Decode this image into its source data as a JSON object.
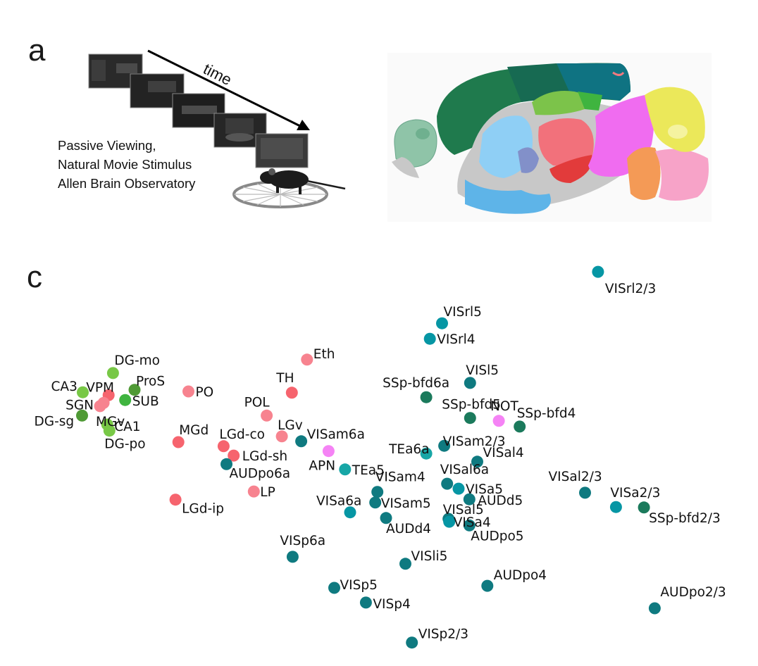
{
  "panels": {
    "a": {
      "letter": "a",
      "time_label": "time",
      "caption_lines": [
        "Passive Viewing,",
        "Natural Movie Stimulus",
        "Allen Brain Observatory"
      ],
      "movie_frames": 5,
      "icons": [
        "movie-frame",
        "time-arrow",
        "mouse-on-wheel"
      ]
    },
    "b": {
      "description": "sagittal mouse brain atlas",
      "region_colors": {
        "isocortex": "#1f7a4d",
        "isocortex_dark": "#176a52",
        "retrosplenial": "#0f7382",
        "olfactory": "#8fc4a8",
        "hippocampus": "#7cc34a",
        "striatum": "#8fcff5",
        "pallidum": "#8290c9",
        "thalamus": "#f2717b",
        "hypothalamus": "#e23b3b",
        "midbrain": "#f06cf0",
        "pons": "#f49a56",
        "medulla": "#f7a3c8",
        "cerebellum": "#ebe85a",
        "fiber": "#c8c8c8"
      }
    },
    "c": {
      "letter": "c"
    }
  },
  "chart_data": {
    "type": "scatter",
    "title": "",
    "xlabel": "",
    "ylabel": "",
    "axes_visible": false,
    "grid": false,
    "xlim": [
      0,
      100
    ],
    "ylim": [
      0,
      100
    ],
    "group_colors": {
      "hippocampus_light": "#78c846",
      "hippocampus_dark": "#4f9a35",
      "hippocampus_mid": "#3fb43f",
      "thalamus_red": "#f6646e",
      "thalamus_pink": "#f7838f",
      "midbrain": "#f583f5",
      "cortex_teal": "#0f7a80",
      "cortex_cyan": "#0696a4",
      "cortex_teal_light": "#17a6a6",
      "cortex_green": "#1b7a5c"
    },
    "points": [
      {
        "label": "VISrl2/3",
        "x": 79.3,
        "y": 95.5,
        "group": "cortex_cyan"
      },
      {
        "label": "VISrl5",
        "x": 57.6,
        "y": 82.9,
        "group": "cortex_cyan"
      },
      {
        "label": "VISrl4",
        "x": 55.9,
        "y": 79.1,
        "group": "cortex_cyan"
      },
      {
        "label": "Eth",
        "x": 38.8,
        "y": 74.0,
        "group": "thalamus_pink"
      },
      {
        "label": "DG-mo",
        "x": 11.8,
        "y": 70.7,
        "group": "hippocampus_light"
      },
      {
        "label": "VISl5",
        "x": 61.5,
        "y": 68.3,
        "group": "cortex_teal"
      },
      {
        "label": "CA3",
        "x": 7.6,
        "y": 66.0,
        "group": "hippocampus_light"
      },
      {
        "label": "PO",
        "x": 22.3,
        "y": 66.2,
        "group": "thalamus_pink"
      },
      {
        "label": "TH",
        "x": 36.7,
        "y": 65.9,
        "group": "thalamus_red"
      },
      {
        "label": "ProS",
        "x": 14.8,
        "y": 66.6,
        "group": "hippocampus_dark"
      },
      {
        "label": "VPM",
        "x": 11.2,
        "y": 65.3,
        "group": "thalamus_red"
      },
      {
        "label": "SUB",
        "x": 13.5,
        "y": 64.1,
        "group": "hippocampus_mid"
      },
      {
        "label": "SGN",
        "x": 10.5,
        "y": 63.4,
        "group": "thalamus_pink"
      },
      {
        "label": "MGv",
        "x": 10.0,
        "y": 62.6,
        "group": "thalamus_pink"
      },
      {
        "label": "SSp-bfd6a",
        "x": 55.4,
        "y": 64.8,
        "group": "cortex_green"
      },
      {
        "label": "DG-sg",
        "x": 7.5,
        "y": 60.3,
        "group": "hippocampus_dark"
      },
      {
        "label": "POL",
        "x": 33.2,
        "y": 60.3,
        "group": "thalamus_pink"
      },
      {
        "label": "SSp-bfd5",
        "x": 61.5,
        "y": 59.7,
        "group": "cortex_green"
      },
      {
        "label": "NOT",
        "x": 65.5,
        "y": 59.0,
        "group": "midbrain"
      },
      {
        "label": "CA1",
        "x": 11.0,
        "y": 58.1,
        "group": "hippocampus_light"
      },
      {
        "label": "SSp-bfd4",
        "x": 68.4,
        "y": 57.6,
        "group": "cortex_green"
      },
      {
        "label": "DG-po",
        "x": 11.3,
        "y": 56.6,
        "group": "hippocampus_light"
      },
      {
        "label": "LGv",
        "x": 35.3,
        "y": 55.2,
        "group": "thalamus_pink"
      },
      {
        "label": "VISam6a",
        "x": 38.0,
        "y": 54.0,
        "group": "cortex_teal"
      },
      {
        "label": "MGd",
        "x": 20.9,
        "y": 53.8,
        "group": "thalamus_red"
      },
      {
        "label": "VISam2/3",
        "x": 57.9,
        "y": 52.9,
        "group": "cortex_teal"
      },
      {
        "label": "LGd-co",
        "x": 27.2,
        "y": 52.8,
        "group": "thalamus_red"
      },
      {
        "label": "APN",
        "x": 41.8,
        "y": 51.6,
        "group": "midbrain"
      },
      {
        "label": "TEa6a",
        "x": 55.4,
        "y": 51.0,
        "group": "cortex_teal_light"
      },
      {
        "label": "LGd-sh",
        "x": 28.6,
        "y": 50.5,
        "group": "thalamus_red"
      },
      {
        "label": "VISal4",
        "x": 62.5,
        "y": 49.0,
        "group": "cortex_teal"
      },
      {
        "label": "AUDpo6a",
        "x": 27.6,
        "y": 48.4,
        "group": "cortex_teal"
      },
      {
        "label": "TEa5",
        "x": 44.1,
        "y": 47.1,
        "group": "cortex_teal_light"
      },
      {
        "label": "VISal6a",
        "x": 58.3,
        "y": 43.6,
        "group": "cortex_teal"
      },
      {
        "label": "VISa5",
        "x": 59.9,
        "y": 42.4,
        "group": "cortex_cyan"
      },
      {
        "label": "LP",
        "x": 31.4,
        "y": 41.7,
        "group": "thalamus_pink"
      },
      {
        "label": "VISam4",
        "x": 48.6,
        "y": 41.6,
        "group": "cortex_teal"
      },
      {
        "label": "VISal2/3",
        "x": 77.5,
        "y": 41.4,
        "group": "cortex_teal"
      },
      {
        "label": "AUDd5",
        "x": 61.4,
        "y": 39.8,
        "group": "cortex_teal"
      },
      {
        "label": "LGd-ip",
        "x": 20.5,
        "y": 39.7,
        "group": "thalamus_red"
      },
      {
        "label": "VISam5",
        "x": 48.3,
        "y": 39.0,
        "group": "cortex_teal"
      },
      {
        "label": "VISa2/3",
        "x": 81.8,
        "y": 37.9,
        "group": "cortex_cyan"
      },
      {
        "label": "SSp-bfd2/3",
        "x": 85.7,
        "y": 37.8,
        "group": "cortex_green"
      },
      {
        "label": "VISa6a",
        "x": 44.8,
        "y": 36.6,
        "group": "cortex_cyan"
      },
      {
        "label": "AUDd4",
        "x": 49.8,
        "y": 35.2,
        "group": "cortex_teal"
      },
      {
        "label": "VISal5",
        "x": 58.5,
        "y": 35.0,
        "group": "cortex_teal"
      },
      {
        "label": "VISa4",
        "x": 58.6,
        "y": 34.3,
        "group": "cortex_cyan"
      },
      {
        "label": "AUDpo5",
        "x": 61.4,
        "y": 33.4,
        "group": "cortex_teal"
      },
      {
        "label": "VISp6a",
        "x": 36.8,
        "y": 25.7,
        "group": "cortex_teal"
      },
      {
        "label": "VISli5",
        "x": 52.5,
        "y": 24.0,
        "group": "cortex_teal"
      },
      {
        "label": "AUDpo4",
        "x": 63.9,
        "y": 18.6,
        "group": "cortex_teal"
      },
      {
        "label": "VISp5",
        "x": 42.6,
        "y": 18.1,
        "group": "cortex_teal"
      },
      {
        "label": "VISp4",
        "x": 47.0,
        "y": 14.5,
        "group": "cortex_teal"
      },
      {
        "label": "AUDpo2/3",
        "x": 87.2,
        "y": 13.1,
        "group": "cortex_teal"
      },
      {
        "label": "VISp2/3",
        "x": 53.4,
        "y": 4.7,
        "group": "cortex_teal"
      }
    ]
  }
}
